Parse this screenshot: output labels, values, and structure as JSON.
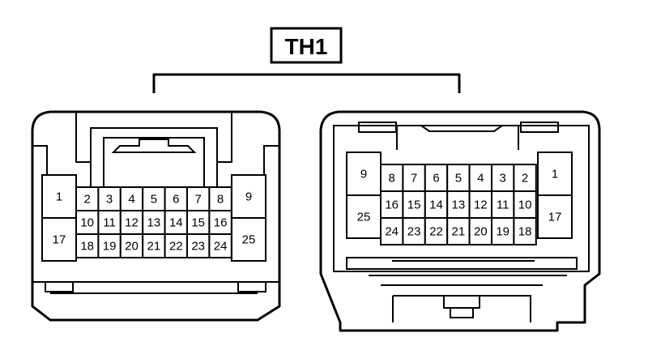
{
  "connector_label": "TH1",
  "left_connector": {
    "top_row": [
      "2",
      "3",
      "4",
      "5",
      "6",
      "7",
      "8"
    ],
    "middle_row": [
      "10",
      "11",
      "12",
      "13",
      "14",
      "15",
      "16"
    ],
    "bottom_row": [
      "18",
      "19",
      "20",
      "21",
      "22",
      "23",
      "24"
    ],
    "left_column": [
      "1",
      "17"
    ],
    "right_column": [
      "9",
      "25"
    ]
  },
  "right_connector": {
    "top_row": [
      "8",
      "7",
      "6",
      "5",
      "4",
      "3",
      "2"
    ],
    "middle_row": [
      "16",
      "15",
      "14",
      "13",
      "12",
      "11",
      "10"
    ],
    "bottom_row": [
      "24",
      "23",
      "22",
      "21",
      "20",
      "19",
      "18"
    ],
    "left_column": [
      "9",
      "25"
    ],
    "right_column": [
      "1",
      "17"
    ]
  }
}
